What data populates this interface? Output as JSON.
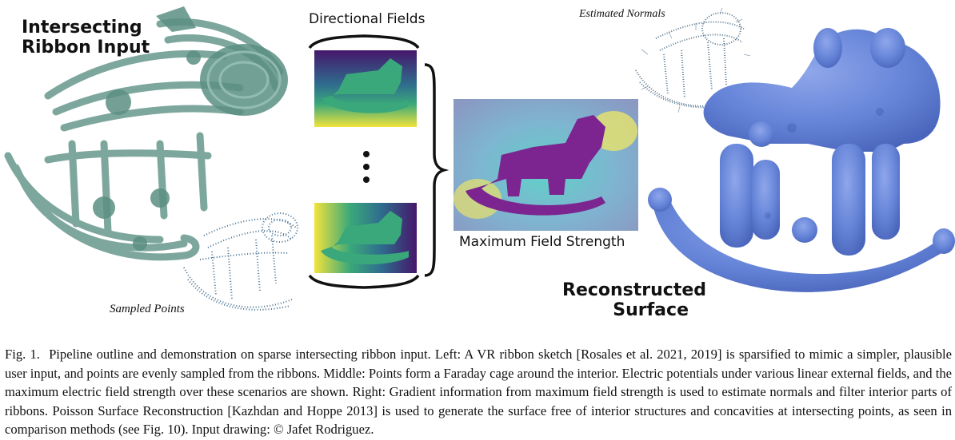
{
  "figure": {
    "labels": {
      "input_title_line1": "Intersecting",
      "input_title_line2": "Ribbon Input",
      "sampled_points": "Sampled Points",
      "directional_fields": "Directional Fields",
      "max_field_strength": "Maximum Field Strength",
      "estimated_normals": "Estimated Normals",
      "surface_title_line1": "Reconstructed",
      "surface_title_line2": "Surface"
    },
    "colors": {
      "ribbon": "#6f9e92",
      "points": "#2f5f86",
      "field_yellow": "#f2e33b",
      "field_green": "#3aa87a",
      "field_purple": "#45176b",
      "strength_purple": "#7c2590",
      "strength_bg": "#7fa6c8",
      "surface_blue": "#6584d8"
    }
  },
  "caption": {
    "lead": "Fig. 1.",
    "text": "Pipeline outline and demonstration on sparse intersecting ribbon input. Left: A VR ribbon sketch [Rosales et al. 2021, 2019] is sparsified to mimic a simpler, plausible user input, and points are evenly sampled from the ribbons. Middle: Points form a Faraday cage around the interior. Electric potentials under various linear external fields, and the maximum electric field strength over these scenarios are shown. Right: Gradient information from maximum field strength is used to estimate normals and filter interior parts of ribbons. Poisson Surface Reconstruction [Kazhdan and Hoppe 2013] is used to generate the surface free of interior structures and concavities at intersecting points, as seen in comparison methods (see Fig. 10). Input drawing: © Jafet Rodriguez."
  }
}
